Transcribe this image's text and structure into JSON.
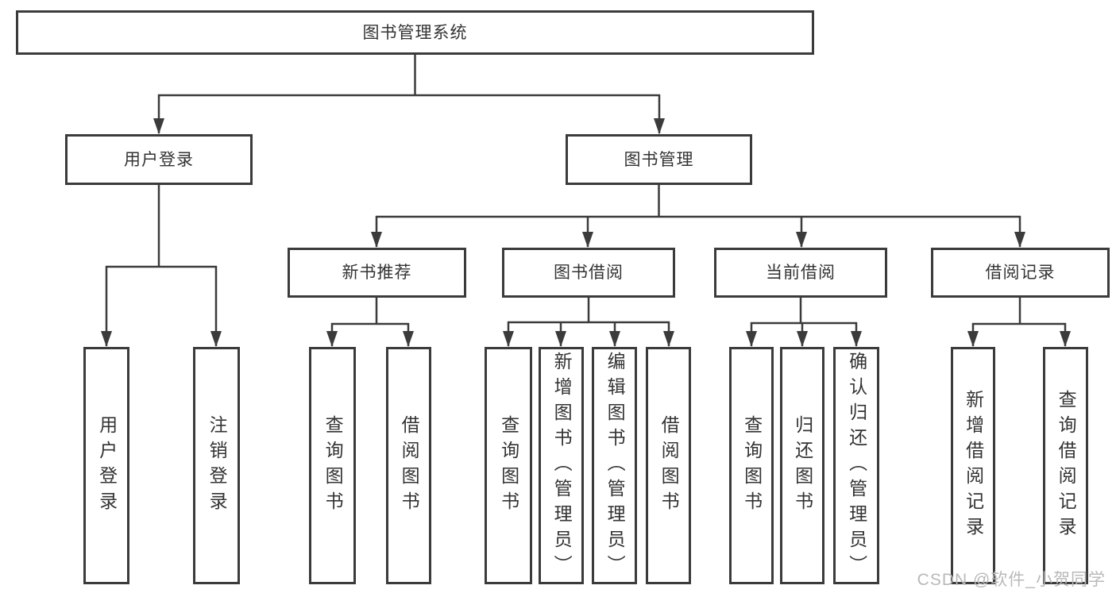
{
  "diagram_title": "图书管理系统",
  "nodes": {
    "root": {
      "label": "图书管理系统",
      "parent": null
    },
    "user_login": {
      "label": "用户登录",
      "parent": "root"
    },
    "book_management": {
      "label": "图书管理",
      "parent": "root"
    },
    "new_book_recommend": {
      "label": "新书推荐",
      "parent": "book_management"
    },
    "book_borrowing": {
      "label": "图书借阅",
      "parent": "book_management"
    },
    "current_borrowing": {
      "label": "当前借阅",
      "parent": "book_management"
    },
    "borrowing_records": {
      "label": "借阅记录",
      "parent": "book_management"
    },
    "login": {
      "label": "用户登录",
      "parent": "user_login"
    },
    "logout": {
      "label": "注销登录",
      "parent": "user_login"
    },
    "recommend_query_book": {
      "label": "查询图书",
      "parent": "new_book_recommend"
    },
    "recommend_borrow_book": {
      "label": "借阅图书",
      "parent": "new_book_recommend"
    },
    "borrowing_query_book": {
      "label": "查询图书",
      "parent": "book_borrowing"
    },
    "add_book_admin": {
      "label": "新增图书（管理员）",
      "parent": "book_borrowing"
    },
    "edit_book_admin": {
      "label": "编辑图书（管理员）",
      "parent": "book_borrowing"
    },
    "borrowing_borrow_book": {
      "label": "借阅图书",
      "parent": "book_borrowing"
    },
    "current_query_book": {
      "label": "查询图书",
      "parent": "current_borrowing"
    },
    "return_book": {
      "label": "归还图书",
      "parent": "current_borrowing"
    },
    "confirm_return_admin": {
      "label": "确认归还（管理员）",
      "parent": "current_borrowing"
    },
    "add_borrow_record": {
      "label": "新增借阅记录",
      "parent": "borrowing_records"
    },
    "query_borrow_record": {
      "label": "查询借阅记录",
      "parent": "borrowing_records"
    }
  },
  "watermark": {
    "text": "CSDN @软件_小贺同学",
    "color": "#b9b9b9"
  },
  "colors": {
    "background": "#ffffff",
    "box_border": "#3b3b3b",
    "connector": "#3b3b3b",
    "text": "#333333"
  }
}
